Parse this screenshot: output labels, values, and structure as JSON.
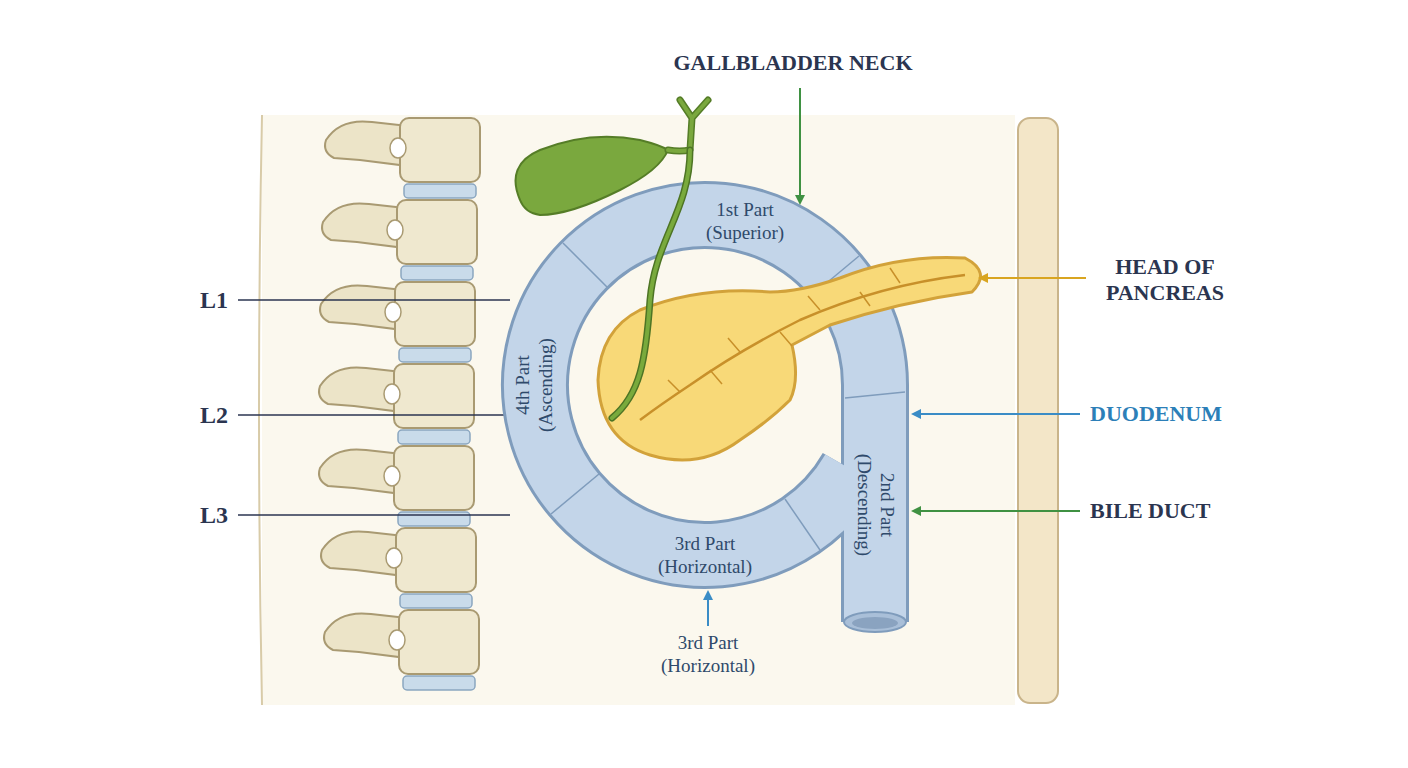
{
  "diagram": {
    "labels": [
      "GALLBLADDER NECK",
      "1st Part (Superior)",
      "HEAD OF PANCREAS",
      "L1",
      "4th Part (Ascending)",
      "L2",
      "DUODENUM",
      "2nd Part (Descending)",
      "L3",
      "3rd Part (Horizontal)",
      "BILE DUCT",
      "3rd Part (Horizontal)"
    ]
  }
}
